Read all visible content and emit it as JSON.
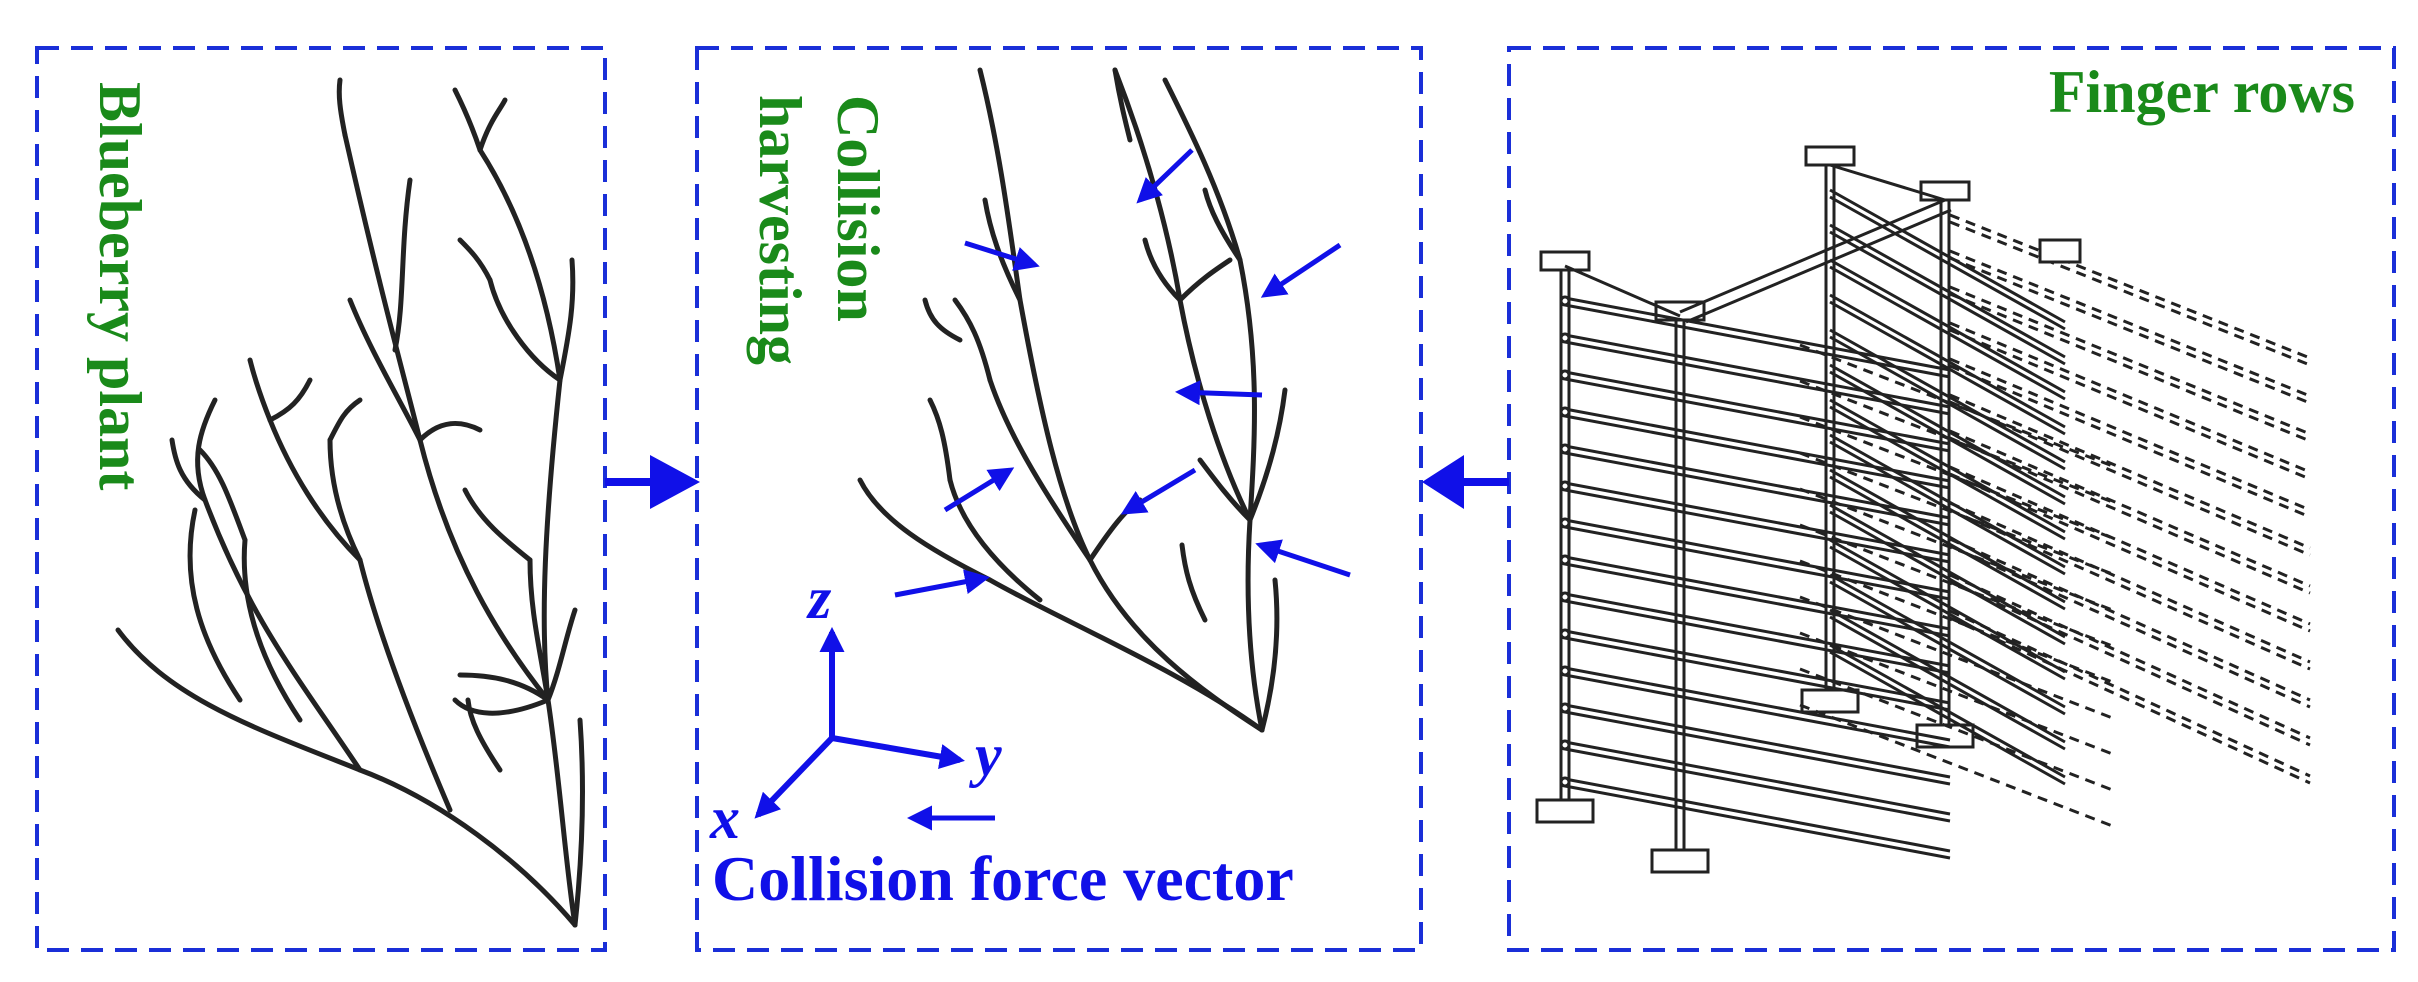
{
  "panels": {
    "plant": {
      "label": "Blueberry plant"
    },
    "collision": {
      "label_line1": "Collision",
      "label_line2": "harvesting"
    },
    "fingers": {
      "label": "Finger rows"
    }
  },
  "axes": {
    "x": "x",
    "y": "y",
    "z": "z"
  },
  "legend": {
    "label": "Collision force vector"
  },
  "colors": {
    "frame": "#1a2fd8",
    "label_green": "#1a8a1a",
    "label_blue": "#1010e8",
    "arrow": "#1010e8",
    "drawing": "#222222"
  },
  "icons": {
    "flow_right": "arrow-right-icon",
    "flow_left": "arrow-left-icon",
    "force": "force-arrow-icon"
  }
}
